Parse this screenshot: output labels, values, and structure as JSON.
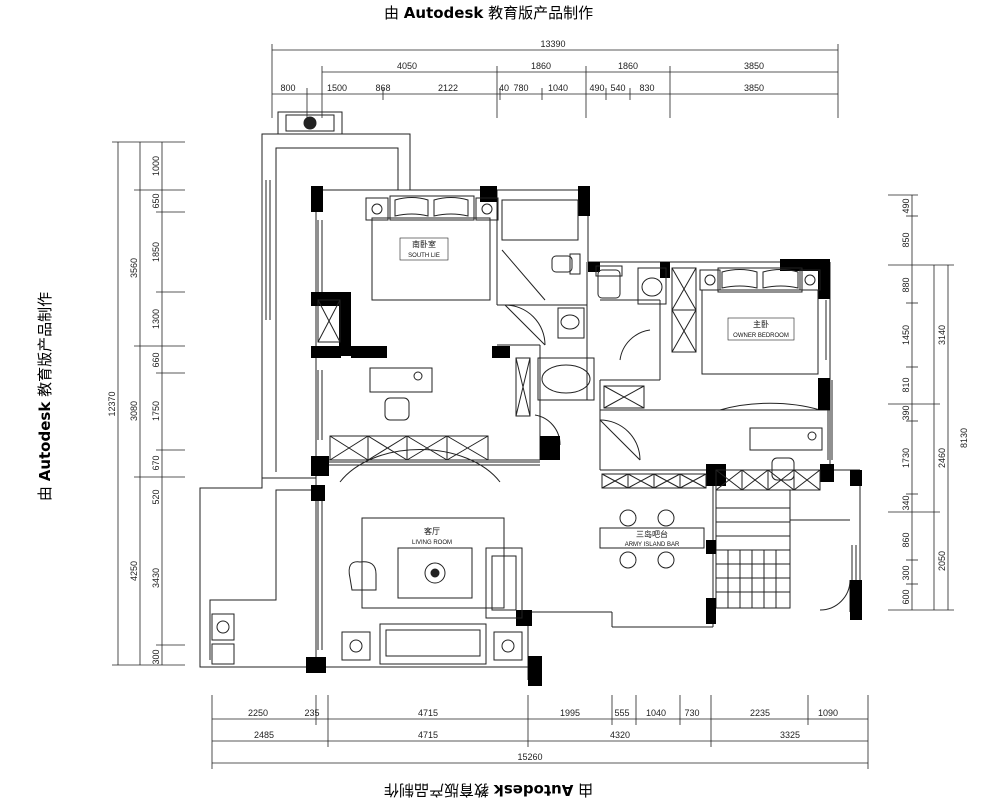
{
  "watermark": {
    "prefix": "由",
    "brand": "Autodesk",
    "suffix": "教育版产品制作"
  },
  "dimensions": {
    "top_total": "13390",
    "top_row1": [
      "4050",
      "1860",
      "1860",
      "3850"
    ],
    "top_row2": [
      "800",
      "1500",
      "868",
      "2122",
      "40",
      "780",
      "1040",
      "490",
      "540",
      "830",
      "3850"
    ],
    "bottom_row1": [
      "2250",
      "235",
      "4715",
      "1995",
      "555",
      "1040",
      "730",
      "2235",
      "1090"
    ],
    "bottom_row2": [
      "2485",
      "4715",
      "4320",
      "3325"
    ],
    "bottom_total": "15260",
    "left_total": "12370",
    "left_mid": [
      "3560",
      "3080",
      "4250"
    ],
    "left_inner": [
      "1000",
      "650",
      "1850",
      "1300",
      "660",
      "1750",
      "670",
      "520",
      "3430",
      "300"
    ],
    "right_outer": [
      "3140",
      "2460",
      "2050"
    ],
    "right_total": "8130",
    "right_inner": [
      "490",
      "850",
      "880",
      "1450",
      "810",
      "390",
      "1730",
      "340",
      "860",
      "300",
      "600"
    ]
  },
  "rooms": {
    "south_bedroom_cn": "南卧室",
    "south_bedroom_en": "SOUTH LIE",
    "master_bedroom_cn": "主卧",
    "master_bedroom_en": "OWNER BEDROOM",
    "living_cn": "客厅",
    "living_en": "LIVING ROOM",
    "bar_cn": "三岛吧台",
    "bar_en": "ARMY ISLAND BAR"
  },
  "colors": {
    "wall": "#000000",
    "line": "#222222"
  }
}
